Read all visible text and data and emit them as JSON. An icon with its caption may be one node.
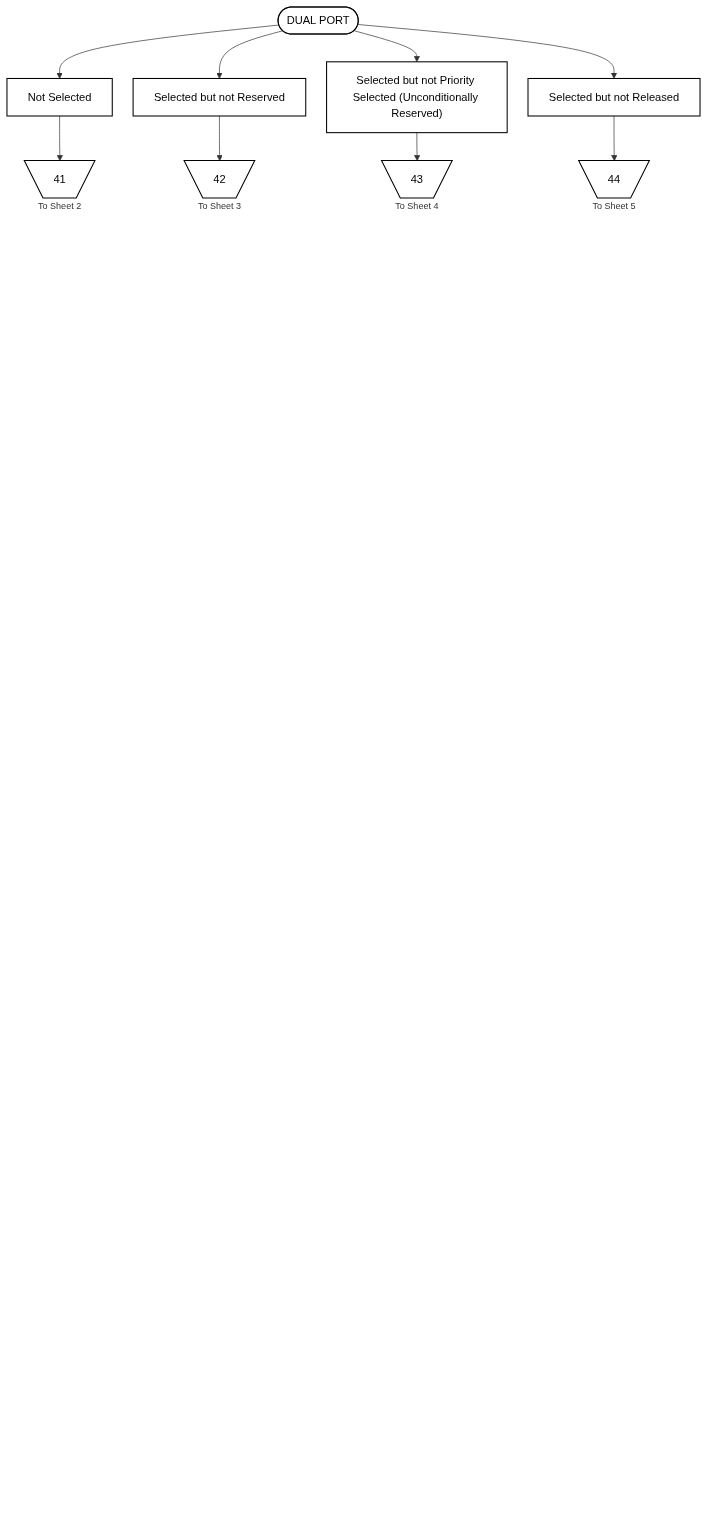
{
  "diagram": {
    "nodes": [
      {
        "text": [
          "DUAL PORT"
        ]
      },
      {
        "text": [
          "Not Selected"
        ]
      },
      {
        "text": [
          "41"
        ],
        "beside": [
          "To Sheet 2"
        ]
      },
      {
        "text": [
          "Selected but not Reserved"
        ]
      },
      {
        "text": [
          "42"
        ],
        "beside": [
          "To Sheet 3"
        ]
      },
      {
        "text": [
          "Selected but not Priority Selected (Unconditionally Reserved)"
        ]
      },
      {
        "text": [
          "43"
        ],
        "beside": [
          "To Sheet 4"
        ]
      },
      {
        "text": [
          "Selected but not Released"
        ]
      },
      {
        "text": [
          "44"
        ],
        "beside": [
          "To Sheet 5"
        ]
      }
    ],
    "edges": [
      {
        "from": 0,
        "to": 1,
        "arrow": "to"
      },
      {
        "from": 1,
        "to": 2,
        "arrow": "to"
      },
      {
        "from": 0,
        "to": 3,
        "arrow": "to"
      },
      {
        "from": 3,
        "to": 4,
        "arrow": "to"
      },
      {
        "from": 0,
        "to": 5,
        "arrow": "to"
      },
      {
        "from": 5,
        "to": 6,
        "arrow": "to"
      },
      {
        "from": 0,
        "to": 7,
        "arrow": "to"
      },
      {
        "from": 7,
        "to": 8,
        "arrow": "to"
      }
    ]
  }
}
